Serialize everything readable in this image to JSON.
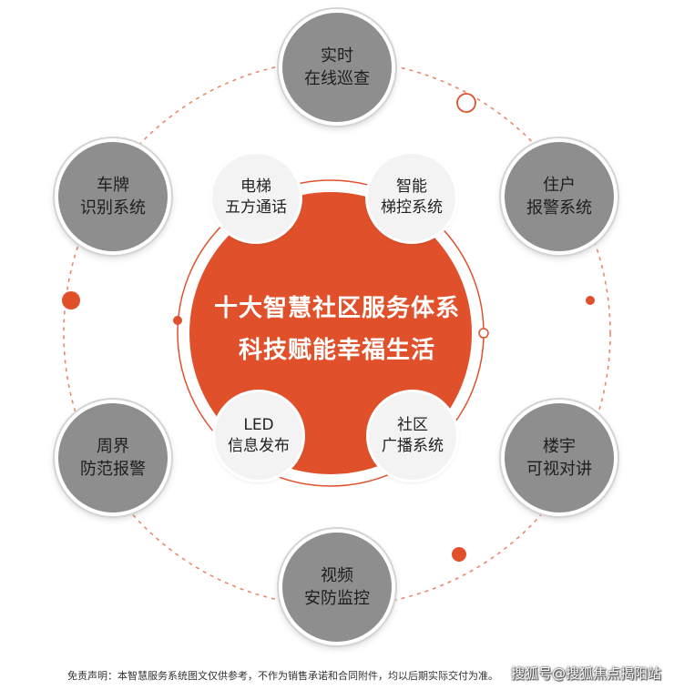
{
  "center": {
    "line1": "十大智慧社区服务体系",
    "line2": "科技赋能幸福生活"
  },
  "outer_nodes": [
    {
      "line1": "实时",
      "line2": "在线巡查"
    },
    {
      "line1": "住户",
      "line2": "报警系统"
    },
    {
      "line1": "楼宇",
      "line2": "可视对讲"
    },
    {
      "line1": "视频",
      "line2": "安防监控"
    },
    {
      "line1": "周界",
      "line2": "防范报警"
    },
    {
      "line1": "车牌",
      "line2": "识别系统"
    }
  ],
  "inner_nodes": [
    {
      "line1": "电梯",
      "line2": "五方通话"
    },
    {
      "line1": "智能",
      "line2": "梯控系统"
    },
    {
      "line1": "LED",
      "line2": "信息发布"
    },
    {
      "line1": "社区",
      "line2": "广播系统"
    }
  ],
  "disclaimer": "免责声明：本智慧服务系统图文仅供参考，不作为销售承诺和合同附件，均以后期实际交付为准。",
  "watermark": "搜狐号@搜狐焦点揭阳站",
  "colors": {
    "accent": "#e0512b",
    "node_gray": "#8e8e8e",
    "inner_gray": "#f3f3f3",
    "ring_dash": "#e6896d"
  }
}
